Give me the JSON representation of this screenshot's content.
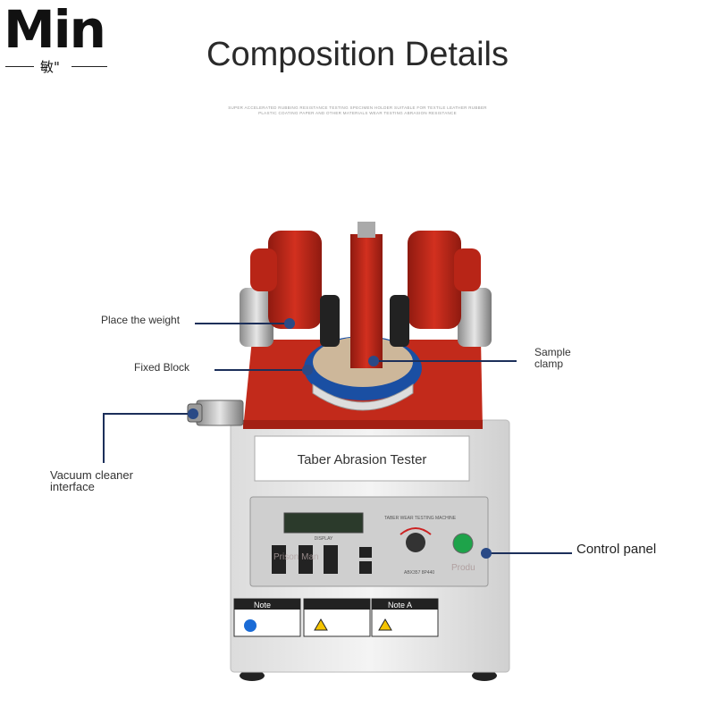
{
  "logo": {
    "main": "Min",
    "sub": "敏\""
  },
  "title": "Composition Details",
  "subtext": "SUPER ACCELERATED RUBBING RESISTANCE TESTING SPECIMEN HOLDER SUITABLE FOR TEXTILE LEATHER RUBBER PLASTIC COATING PAPER AND OTHER MATERIALS WEAR TESTING ABRASION RESISTANCE",
  "labels": {
    "place_weight": "Place the weight",
    "fixed_block": "Fixed Block",
    "vacuum": "Vacuum cleaner\ninterface",
    "sample_clamp": "Sample\nclamp",
    "control_panel": "Control panel"
  },
  "machine": {
    "nameplate": "Taber Abrasion Tester",
    "panel_header": "TABER WEAR TESTING MACHINE",
    "display_label": "DISPLAY",
    "model": "ABX357 8P440",
    "watermark": "Prison Man",
    "green_button_label": "Produ",
    "notes": [
      "Note",
      "Note A"
    ]
  },
  "colors": {
    "accent_line": "#1c2f5a",
    "dot": "#2a4a86",
    "machine_red": "#c0281a",
    "base_blue": "#1a4fa3"
  }
}
